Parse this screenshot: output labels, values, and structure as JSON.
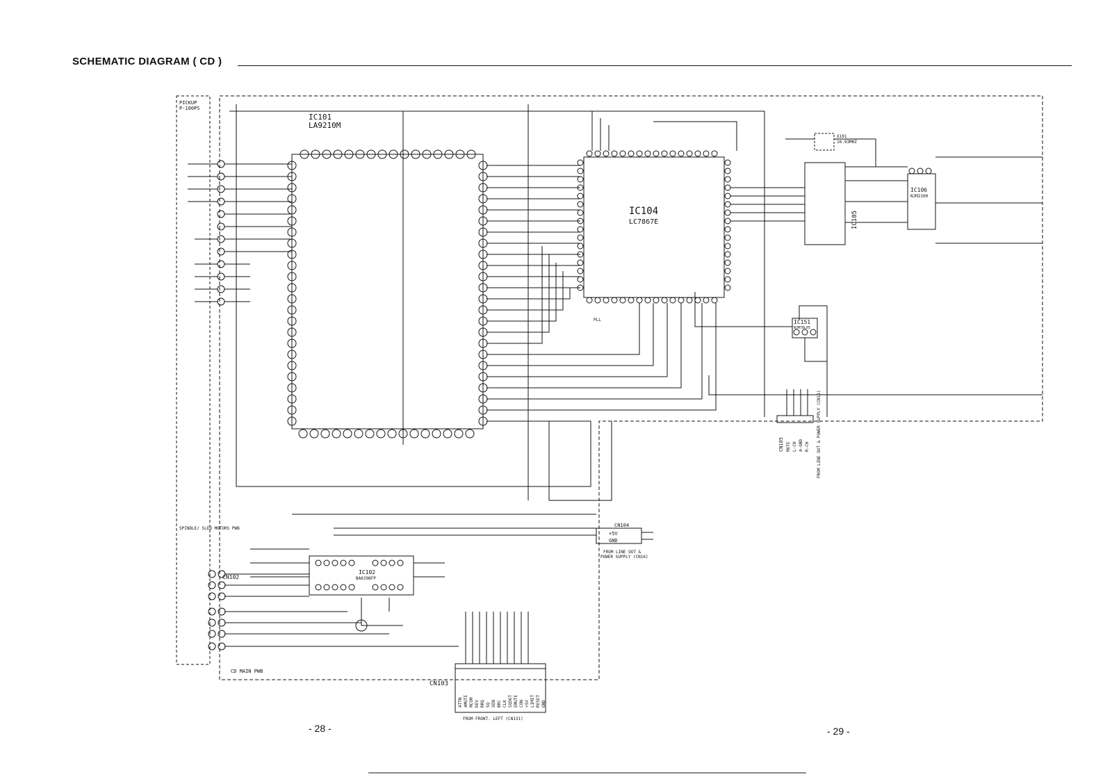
{
  "header": {
    "title": "SCHEMATIC DIAGRAM ( CD )"
  },
  "labels": {
    "pickup": "PICKUP",
    "pickup_model": "P-100PS",
    "spindle_sled": "SPINDLE/ SLED MOTORS PWB",
    "cd_main_pwb": "CD MAIN PWB",
    "from_front_left": "FROM FRONT. LEFT (CN131)",
    "from_line_out_a": "FROM LINE OUT &",
    "from_line_out_b": "POWER SUPPLY (CN16)",
    "from_line_out_vertical": "FROM LINE OUT & POWER SUPPLY (CN15)",
    "pll": "PLL"
  },
  "ics": {
    "ic101_name": "IC101",
    "ic101_part": "LA9210M",
    "ic104_name": "IC104",
    "ic104_part": "LC7867E",
    "ic102_name": "IC102",
    "ic102_part": "BA6398FP",
    "ic105_name": "IC105",
    "ic106_name": "IC106",
    "ic106_part": "NJM2100",
    "ic151_name": "IC151",
    "ic151_part": "NJM78L05",
    "x101": "X101",
    "x101_freq": "16.93MHZ"
  },
  "connectors": {
    "cn102": "CN102",
    "cn103": "CN103",
    "cn104": "CN104",
    "cn104_pins": [
      "+5V",
      "GND"
    ],
    "cn105": "CN105",
    "cn105_pins": [
      "MUTE",
      "L-CH",
      "A-GND",
      "R-CH"
    ],
    "cn103_pins": [
      "ATTN",
      "AMUTE",
      "MCOM",
      "DEV",
      "RRQ",
      "SQ",
      "XEN",
      "BRC",
      "CLK",
      "SQOUT",
      "EMUTE",
      "CON",
      "+5V",
      "LIMIT",
      "RESET",
      "GND"
    ]
  },
  "page_numbers": {
    "left": "- 28 -",
    "right": "- 29 -"
  }
}
